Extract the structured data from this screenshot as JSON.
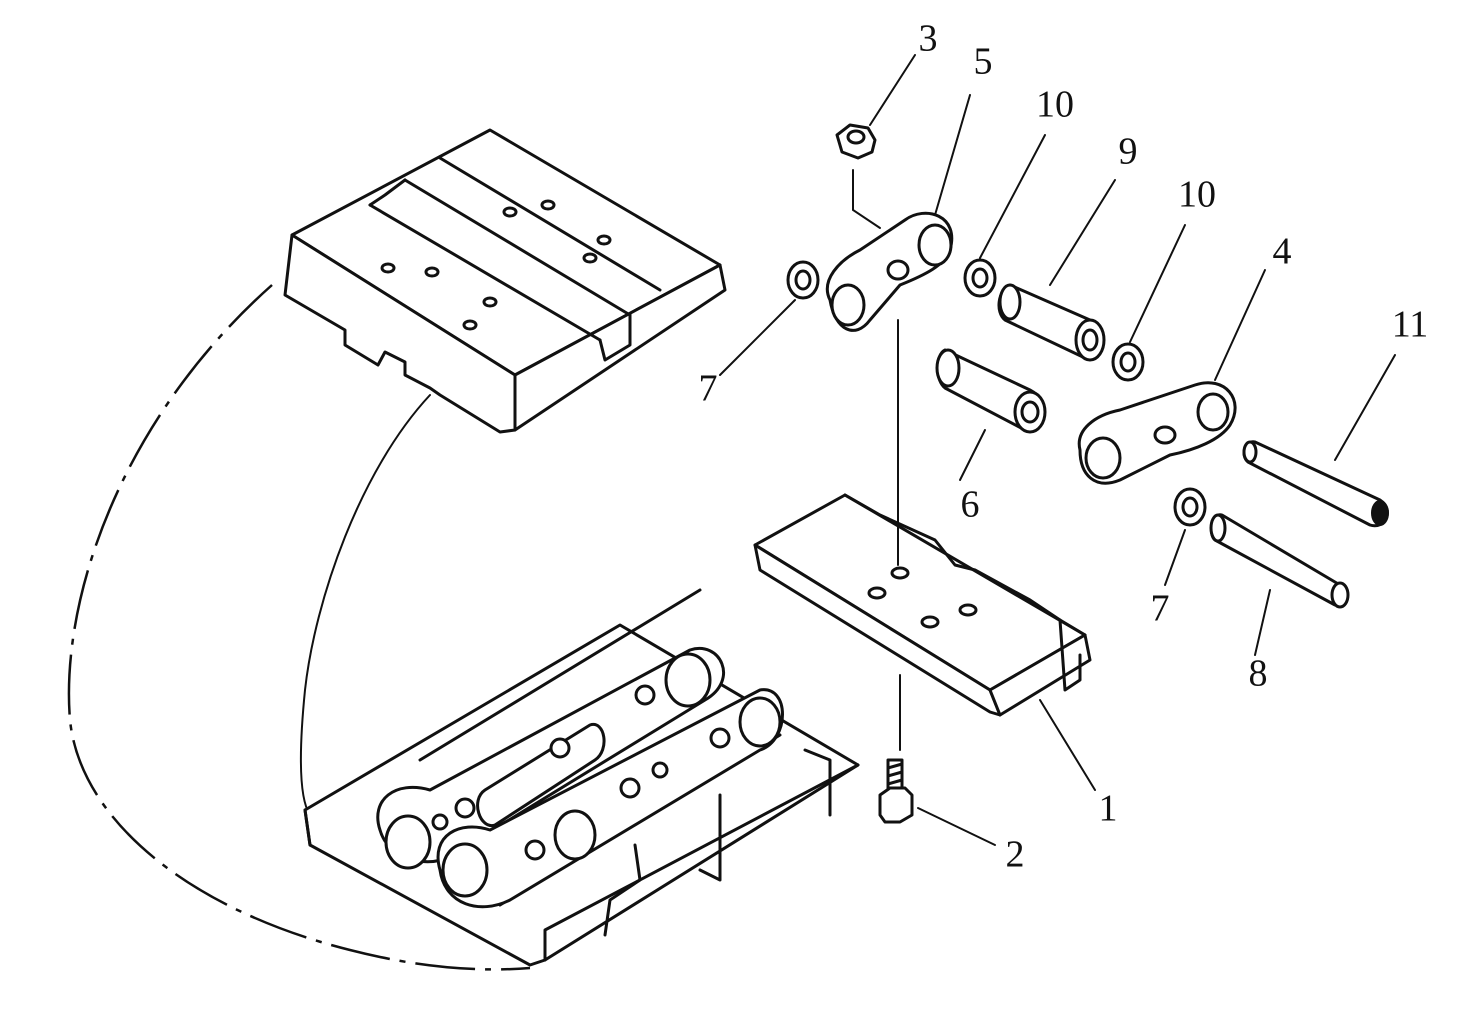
{
  "diagram": {
    "type": "exploded-parts-drawing",
    "callouts": [
      {
        "id": "1",
        "label": "1"
      },
      {
        "id": "2",
        "label": "2"
      },
      {
        "id": "3",
        "label": "3"
      },
      {
        "id": "4",
        "label": "4"
      },
      {
        "id": "5",
        "label": "5"
      },
      {
        "id": "6",
        "label": "6"
      },
      {
        "id": "7a",
        "label": "7"
      },
      {
        "id": "7b",
        "label": "7"
      },
      {
        "id": "8",
        "label": "8"
      },
      {
        "id": "9",
        "label": "9"
      },
      {
        "id": "10a",
        "label": "10"
      },
      {
        "id": "10b",
        "label": "10"
      },
      {
        "id": "11",
        "label": "11"
      }
    ]
  }
}
